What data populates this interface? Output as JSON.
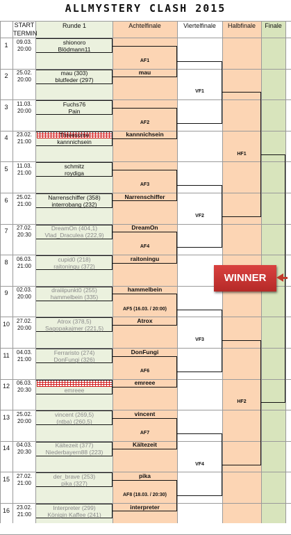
{
  "title": "ALLMYSTERY CLASH 2015",
  "headers": {
    "start": "START",
    "termin": "TERMIN",
    "r1": "Runde 1",
    "af": "Achtelfinale",
    "vf": "Viertelfinale",
    "hf": "Halbfinale",
    "final": "Finale"
  },
  "colors": {
    "round1_bg": "#ebf1de",
    "achtel_bg": "#fcd5b4",
    "final_bg": "#d8e4bc",
    "winner_red": "#c0392b"
  },
  "matches": [
    {
      "num": "1",
      "date": "09.03.",
      "time": "20:00",
      "p1": "shionoro",
      "p2": "Blödmann11",
      "p1_faded": false,
      "p2_faded": false,
      "date_faded": false
    },
    {
      "num": "2",
      "date": "25.02.",
      "time": "20:00",
      "p1": "mau (303)",
      "p2": "blutfeder (297)",
      "p1_faded": false,
      "p2_faded": false,
      "date_faded": false
    },
    {
      "num": "3",
      "date": "11.03.",
      "time": "20:00",
      "p1": "Fuchs76",
      "p2": "Pain",
      "p1_faded": false,
      "p2_faded": false,
      "date_faded": false
    },
    {
      "num": "4",
      "date": "23.02.",
      "time": "21:00",
      "p1": "Threesome",
      "p2": "kannnichsein",
      "p1_faded": false,
      "p2_faded": false,
      "date_faded": false,
      "p1_struck": true
    },
    {
      "num": "5",
      "date": "11.03.",
      "time": "21:00",
      "p1": "schmitz",
      "p2": "roydiga",
      "p1_faded": false,
      "p2_faded": false,
      "date_faded": false
    },
    {
      "num": "6",
      "date": "25.02.",
      "time": "21:00",
      "p1": "Narrenschiffer (358)",
      "p2": "interrobang (232)",
      "p1_faded": false,
      "p2_faded": false,
      "date_faded": false
    },
    {
      "num": "7",
      "date": "27.02.",
      "time": "20:30",
      "p1": "DreamOn (404,1)",
      "p2": "Vlad_Draculea (222,9)",
      "p1_faded": true,
      "p2_faded": true,
      "date_faded": false
    },
    {
      "num": "8",
      "date": "06.03.",
      "time": "21:00",
      "p1": "cupid0 (218)",
      "p2": "raitoningu (372)",
      "p1_faded": true,
      "p2_faded": true,
      "date_faded": false
    },
    {
      "num": "9",
      "date": "02.03.",
      "time": "20:00",
      "p1": "draiiipunkt0 (255)",
      "p2": "hammelbein (335)",
      "p1_faded": true,
      "p2_faded": true,
      "date_faded": false
    },
    {
      "num": "10",
      "date": "27.02.",
      "time": "20:00",
      "p1": "Atrox (378,5)",
      "p2": "Sagopakajmer (221,5)",
      "p1_faded": true,
      "p2_faded": true,
      "date_faded": false
    },
    {
      "num": "11",
      "date": "04.03.",
      "time": "21:00",
      "p1": "Ferraristo (274)",
      "p2": "DonFungi (326)",
      "p1_faded": true,
      "p2_faded": true,
      "date_faded": false
    },
    {
      "num": "12",
      "date": "06.03.",
      "time": "20:30",
      "p1": "",
      "p2": "emreee",
      "p1_faded": true,
      "p2_faded": true,
      "date_faded": false,
      "p1_struck": true
    },
    {
      "num": "13",
      "date": "25.02.",
      "time": "20:00",
      "p1": "vincent (269,5)",
      "p2": "(ntba) (260,5)",
      "p1_faded": true,
      "p2_faded": true,
      "date_faded": false
    },
    {
      "num": "14",
      "date": "04.03.",
      "time": "20:30",
      "p1": "Kältezeit (377)",
      "p2": "Niederbayern88 (223)",
      "p1_faded": true,
      "p2_faded": true,
      "date_faded": false
    },
    {
      "num": "15",
      "date": "27.02.",
      "time": "21:00",
      "p1": "der_brave (253)",
      "p2": "pika (327)",
      "p1_faded": true,
      "p2_faded": true,
      "date_faded": false
    },
    {
      "num": "16",
      "date": "23.02.",
      "time": "21:00",
      "p1": "Interpreter (299)",
      "p2": "Königin Kaffee (241)",
      "p1_faded": true,
      "p2_faded": true,
      "date_faded": false
    }
  ],
  "achtel": [
    {
      "label": "AF1",
      "top": "",
      "bottom": "mau"
    },
    {
      "label": "AF2",
      "top": "",
      "bottom": "kannnichsein"
    },
    {
      "label": "AF3",
      "top": "",
      "bottom": "Narrenschiffer"
    },
    {
      "label": "AF4",
      "top": "DreamOn",
      "bottom": "raitoningu"
    },
    {
      "label": "AF5 (16.03. / 20:00)",
      "top": "hammelbein",
      "bottom": "Atrox"
    },
    {
      "label": "AF6",
      "top": "DonFungi",
      "bottom": "emreee"
    },
    {
      "label": "AF7",
      "top": "vincent",
      "bottom": "Kältezeit"
    },
    {
      "label": "AF8 (18.03. / 20:30)",
      "top": "pika",
      "bottom": "interpreter"
    }
  ],
  "viertel": [
    "VF1",
    "VF2",
    "VF3",
    "VF4"
  ],
  "halb": [
    "HF1",
    "HF2"
  ],
  "winner_label": "WINNER"
}
